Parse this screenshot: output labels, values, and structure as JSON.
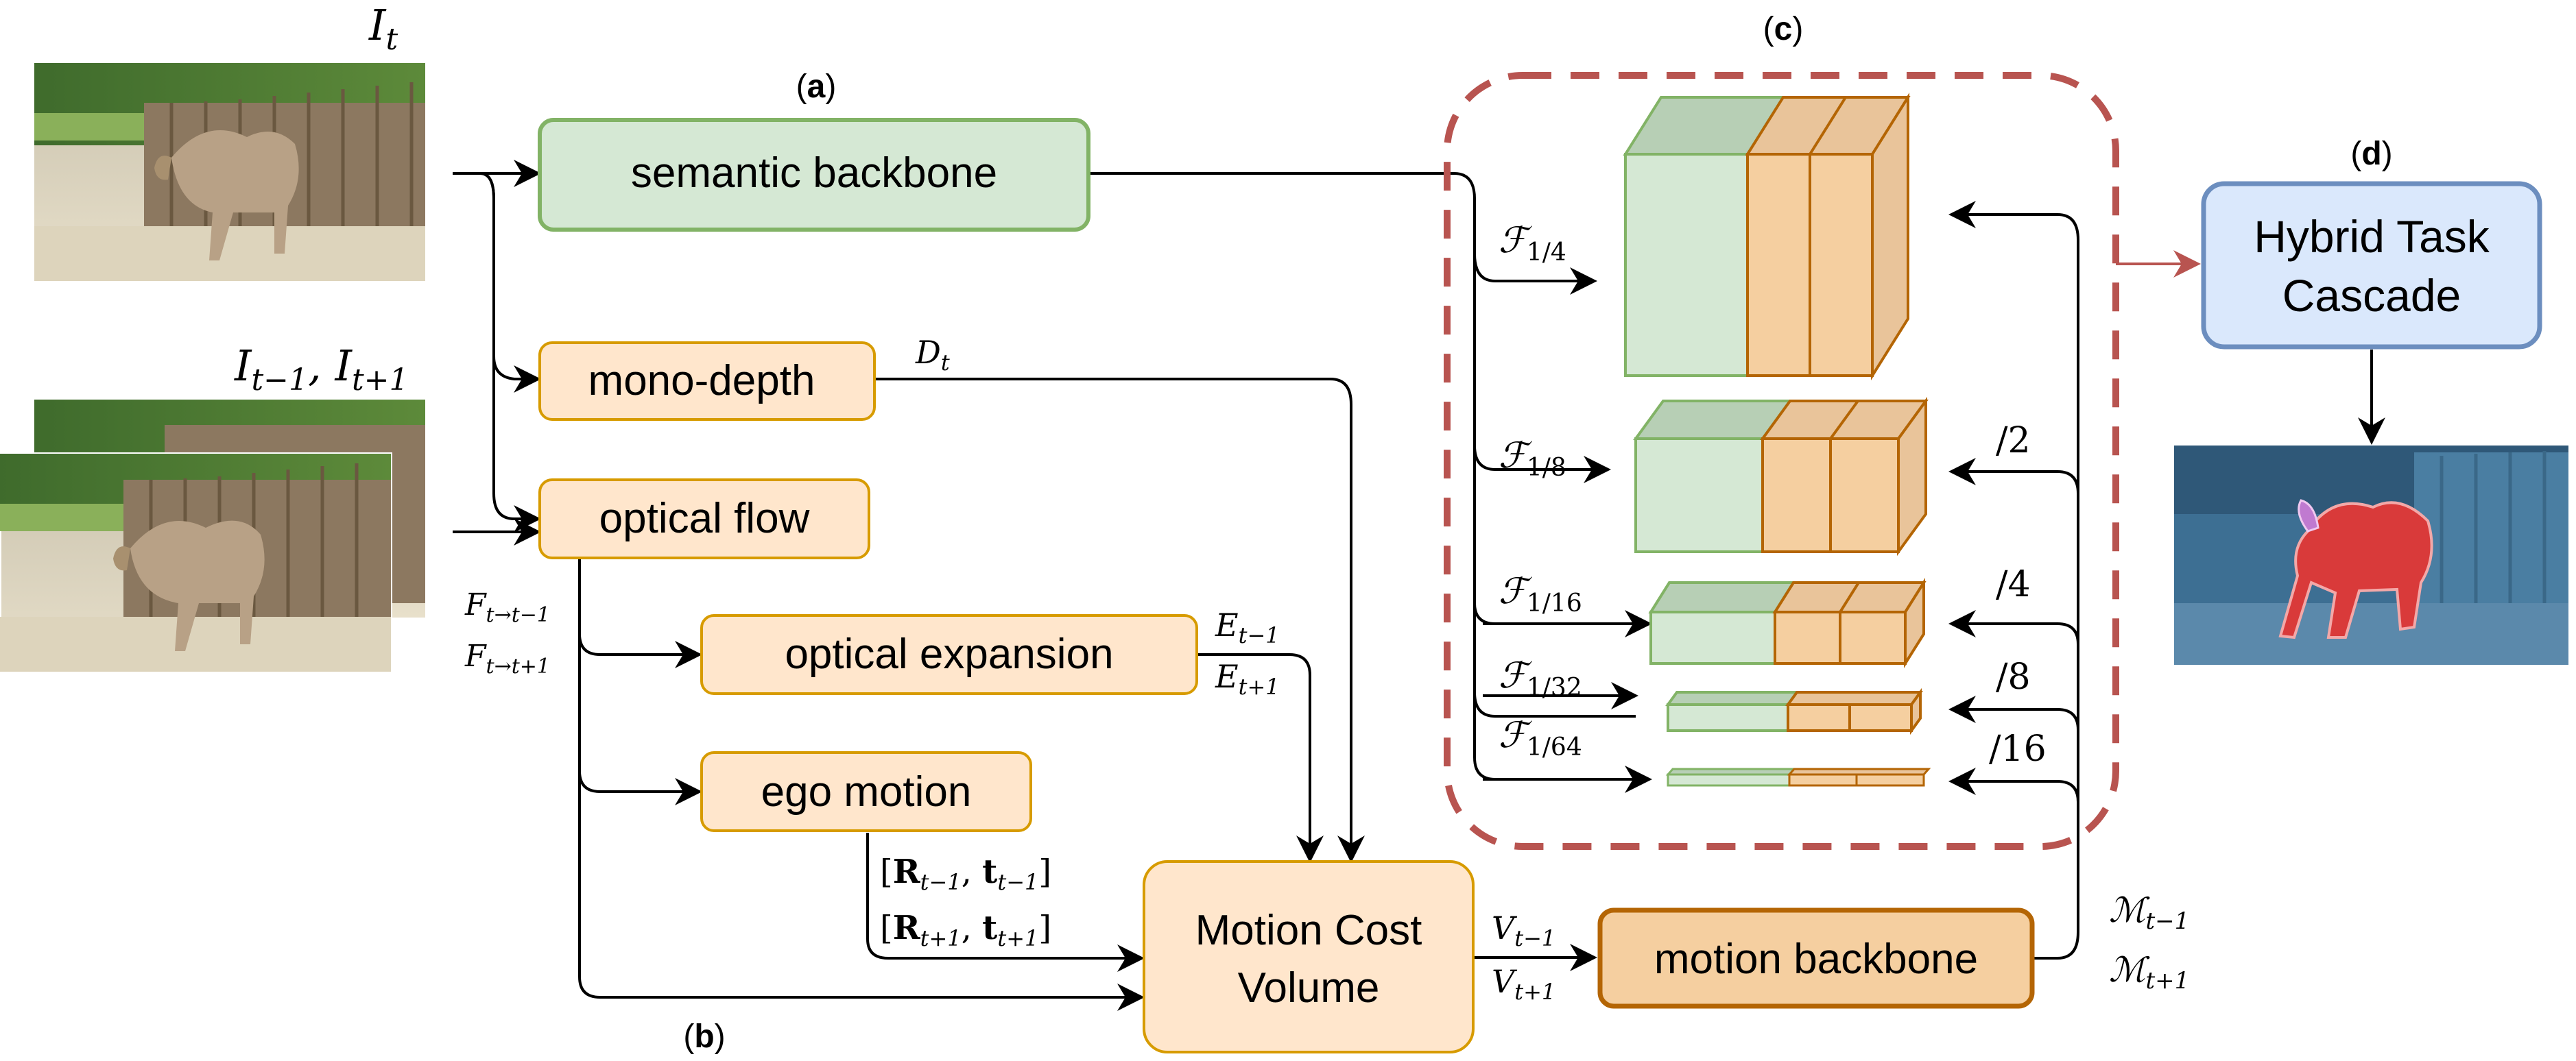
{
  "colors": {
    "green_fill": "#d5e8d4",
    "green_stroke": "#82b366",
    "orange_fill": "#ffe6cc",
    "orange_stroke": "#d79b00",
    "blue_fill": "#dae8fc",
    "blue_stroke": "#6c8ebf",
    "dashed_red": "#b85450",
    "dark_orange_fill": "#f5cfa0",
    "dark_orange_stroke": "#b46504"
  },
  "section_labels": {
    "a_open": "(",
    "a": "a",
    "a_close": ")",
    "b_open": "(",
    "b": "b",
    "b_close": ")",
    "c_open": "(",
    "c": "c",
    "c_close": ")",
    "d_open": "(",
    "d": "d",
    "d_close": ")"
  },
  "inputs": {
    "current_frame": {
      "main": "I",
      "sub": "t"
    },
    "adjacent_frames": {
      "main1": "I",
      "sub1": "t−1",
      "sep": ", ",
      "main2": "I",
      "sub2": "t+1"
    }
  },
  "boxes": {
    "semantic_backbone": "semantic backbone",
    "mono_depth": "mono-depth",
    "optical_flow": "optical flow",
    "optical_expansion": "optical expansion",
    "ego_motion": "ego motion",
    "motion_cost_volume_line1": "Motion Cost",
    "motion_cost_volume_line2": "Volume",
    "motion_backbone": "motion backbone",
    "htc_line1": "Hybrid Task",
    "htc_line2": "Cascade"
  },
  "edge_labels": {
    "depth": {
      "main": "D",
      "sub": "t"
    },
    "flow_prev": {
      "main": "F",
      "sub": "t→t−1"
    },
    "flow_next": {
      "main": "F",
      "sub": "t→t+1"
    },
    "exp_prev": {
      "main": "E",
      "sub": "t−1"
    },
    "exp_next": {
      "main": "E",
      "sub": "t+1"
    },
    "pose_prev": {
      "open": "[",
      "R": "R",
      "sub_R": "t−1",
      "comma": ", ",
      "t": "t",
      "sub_t": "t−1",
      "close": "]"
    },
    "pose_next": {
      "open": "[",
      "R": "R",
      "sub_R": "t+1",
      "comma": ", ",
      "t": "t",
      "sub_t": "t+1",
      "close": "]"
    },
    "vol_prev": {
      "main": "V",
      "sub": "t−1"
    },
    "vol_next": {
      "main": "V",
      "sub": "t+1"
    },
    "motion_prev": {
      "main": "ℳ",
      "sub": "t−1"
    },
    "motion_next": {
      "main": "ℳ",
      "sub": "t+1"
    }
  },
  "feature_levels": [
    {
      "main": "ℱ",
      "sub": "1/4",
      "downsample": ""
    },
    {
      "main": "ℱ",
      "sub": "1/8",
      "downsample": "/2"
    },
    {
      "main": "ℱ",
      "sub": "1/16",
      "downsample": "/4"
    },
    {
      "main": "ℱ",
      "sub": "1/32",
      "downsample": "/8"
    },
    {
      "main": "ℱ",
      "sub": "1/64",
      "downsample": "/16"
    }
  ]
}
